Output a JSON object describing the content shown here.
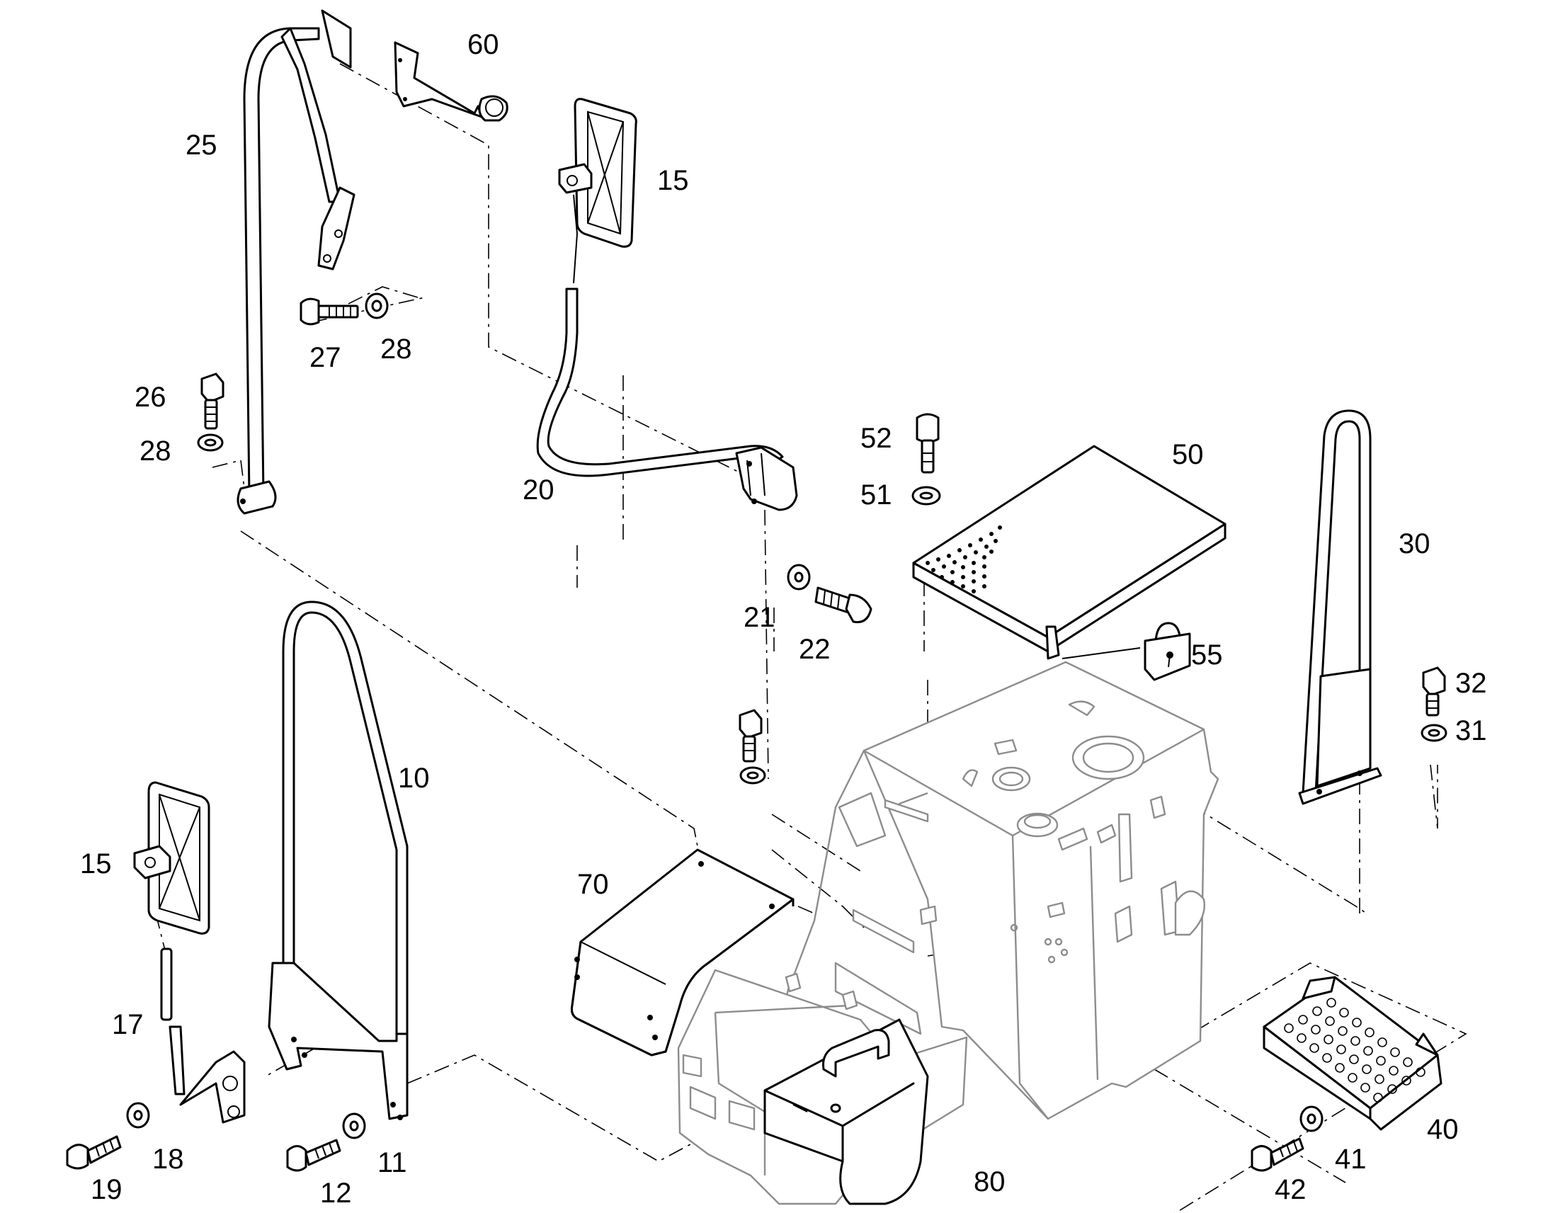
{
  "diagram": {
    "callouts": {
      "p60": "60",
      "p25": "25",
      "p15_top": "15",
      "p27": "27",
      "p28_top": "28",
      "p26": "26",
      "p28_left": "28",
      "p20": "20",
      "p52": "52",
      "p50": "50",
      "p51": "51",
      "p30": "30",
      "p21": "21",
      "p22": "22",
      "p55": "55",
      "p32": "32",
      "p31": "31",
      "p10": "10",
      "p15_left": "15",
      "p70": "70",
      "p17": "17",
      "p18": "18",
      "p19": "19",
      "p11": "11",
      "p12": "12",
      "p80": "80",
      "p40": "40",
      "p41": "41",
      "p42": "42"
    }
  }
}
